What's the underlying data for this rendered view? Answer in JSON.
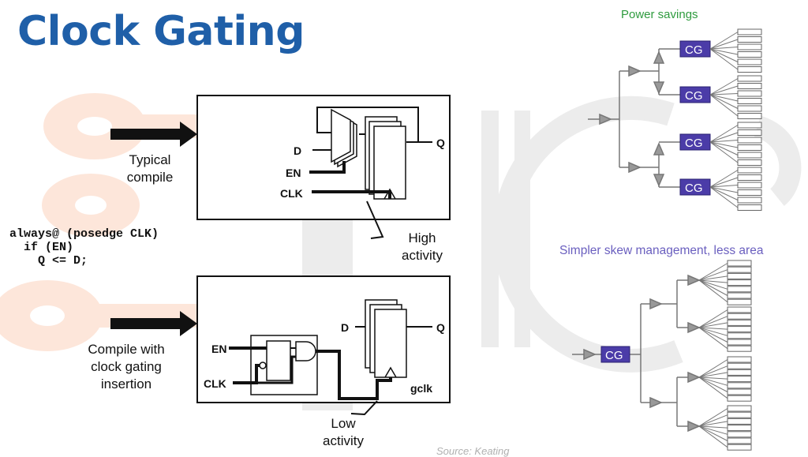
{
  "title": "Clock Gating",
  "left_diagram": {
    "typical_label": "Typical\ncompile",
    "cg_label": "Compile with\nclock gating\ninsertion",
    "code": "always@ (posedge CLK)\n  if (EN)\n    Q <= D;",
    "high_activity": "High\nactivity",
    "low_activity": "Low\nactivity",
    "signals": {
      "d": "D",
      "en": "EN",
      "clk": "CLK",
      "q": "Q",
      "gclk": "gclk"
    }
  },
  "right_diagram": {
    "power_savings": "Power savings",
    "skew_label": "Simpler skew management, less area",
    "cg_cell": "CG"
  },
  "source": "Source: Keating",
  "colors": {
    "title": "#1f5fa8",
    "cg_fill": "#4b3ca8",
    "power_savings": "#2e9b3e",
    "skew_label": "#6a5fbf",
    "watermark_orange": "#fbe3d6",
    "watermark_gray": "#e9e9e9"
  }
}
